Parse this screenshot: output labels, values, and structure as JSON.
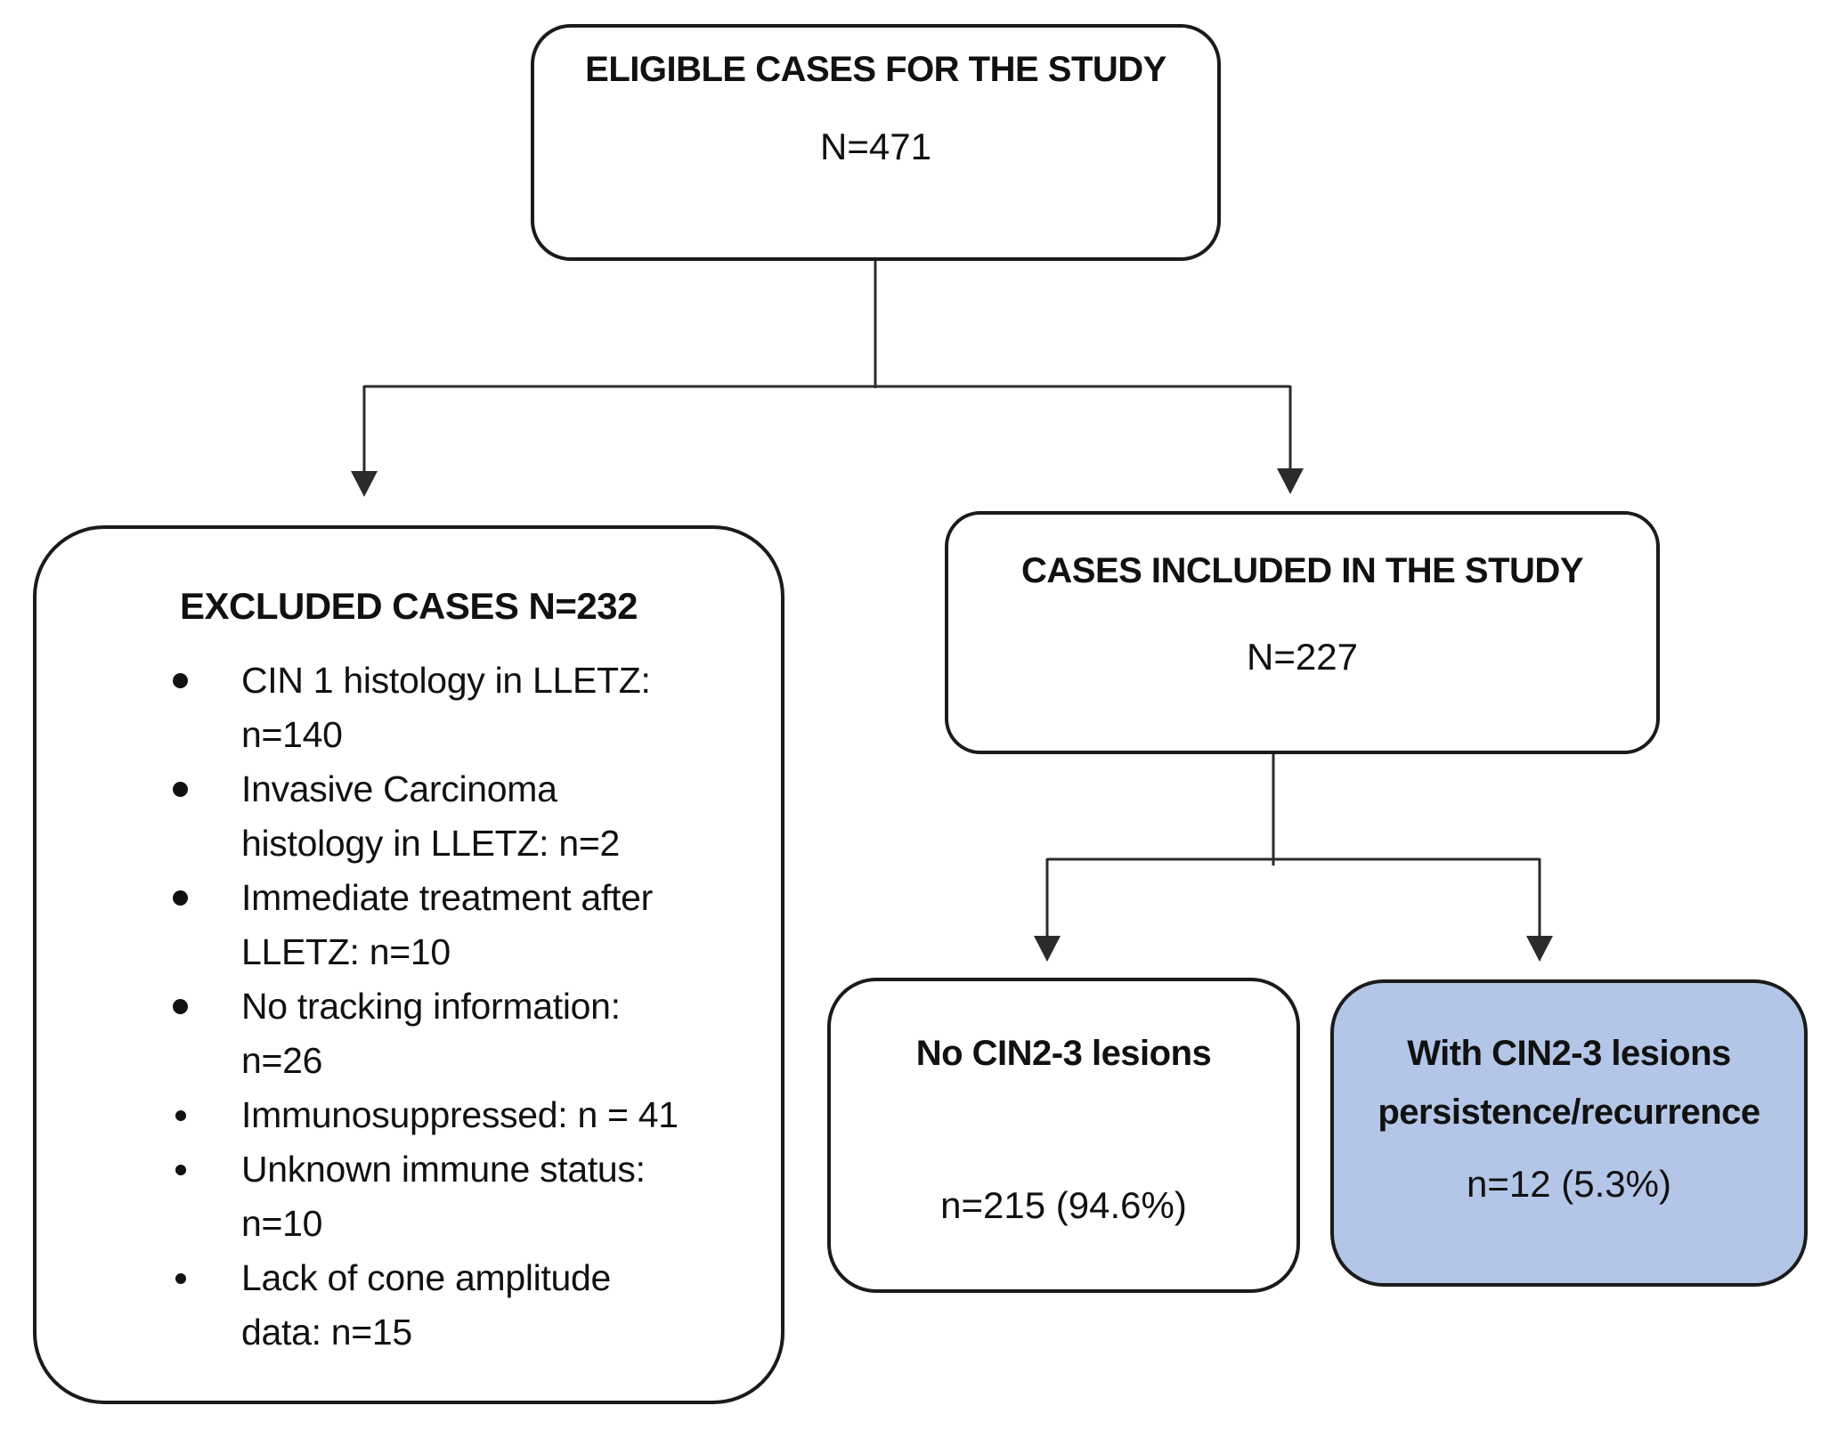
{
  "figure": {
    "type": "study-flow-diagram",
    "eligible_box": {
      "title": "ELIGIBLE CASES FOR THE STUDY",
      "value": "N=471"
    },
    "excluded_box": {
      "title": "EXCLUDED CASES N=232",
      "items": [
        [
          "CIN 1 histology in LLETZ:",
          "n=140"
        ],
        [
          "Invasive Carcinoma",
          "histology in LLETZ: n=2"
        ],
        [
          "Immediate treatment after",
          "LLETZ: n=10"
        ],
        [
          "No tracking information:",
          "n=26"
        ],
        [
          "Immunosuppressed:  n = 41"
        ],
        [
          "Unknown immune status:",
          "n=10"
        ],
        [
          "Lack of cone amplitude",
          "data: n=15"
        ]
      ]
    },
    "included_box": {
      "title": "CASES INCLUDED IN THE STUDY",
      "value": "N=227"
    },
    "no_lesions_box": {
      "title": "No CIN2-3 lesions",
      "value": "n=215 (94.6%)"
    },
    "with_lesions_box": {
      "title_lines": [
        "With CIN2-3 lesions",
        "persistence/recurrence"
      ],
      "value": "n=12 (5.3%)"
    },
    "colors": {
      "highlight_fill": "#b4c6e7",
      "box_border": "#1b1b1b",
      "connector": "#2b2b2b",
      "background": "#ffffff"
    }
  }
}
